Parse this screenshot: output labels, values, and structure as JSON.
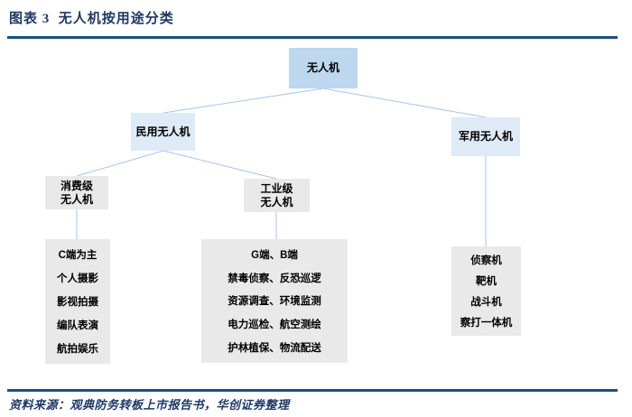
{
  "figure": {
    "title": "图表 3  无人机按用途分类",
    "source": "资料来源：观典防务转板上市报告书，华创证券整理"
  },
  "colors": {
    "title_text": "#1F3864",
    "rule": "#1F4E79",
    "node_root_fill": "#BDD7EE",
    "node_level2_fill": "#DEEBF7",
    "node_gray_fill": "#E9E9E9",
    "connector_line": "#A8C3E8",
    "node_text": "#000000"
  },
  "tree": {
    "root": {
      "label": "无人机"
    },
    "civil": {
      "label": "民用无人机"
    },
    "military": {
      "label": "军用无人机"
    },
    "consumer": {
      "line1": "消费级",
      "line2": "无人机"
    },
    "industrial": {
      "line1": "工业级",
      "line2": "无人机"
    },
    "consumer_items": [
      "C端为主",
      "个人摄影",
      "影视拍摄",
      "编队表演",
      "航拍娱乐"
    ],
    "industrial_items": [
      "G端、B端",
      "禁毒侦察、反恐巡逻",
      "资源调查、环境监测",
      "电力巡检、航空测绘",
      "护林植保、物流配送"
    ],
    "military_items": [
      "侦察机",
      "靶机",
      "战斗机",
      "察打一体机"
    ]
  }
}
